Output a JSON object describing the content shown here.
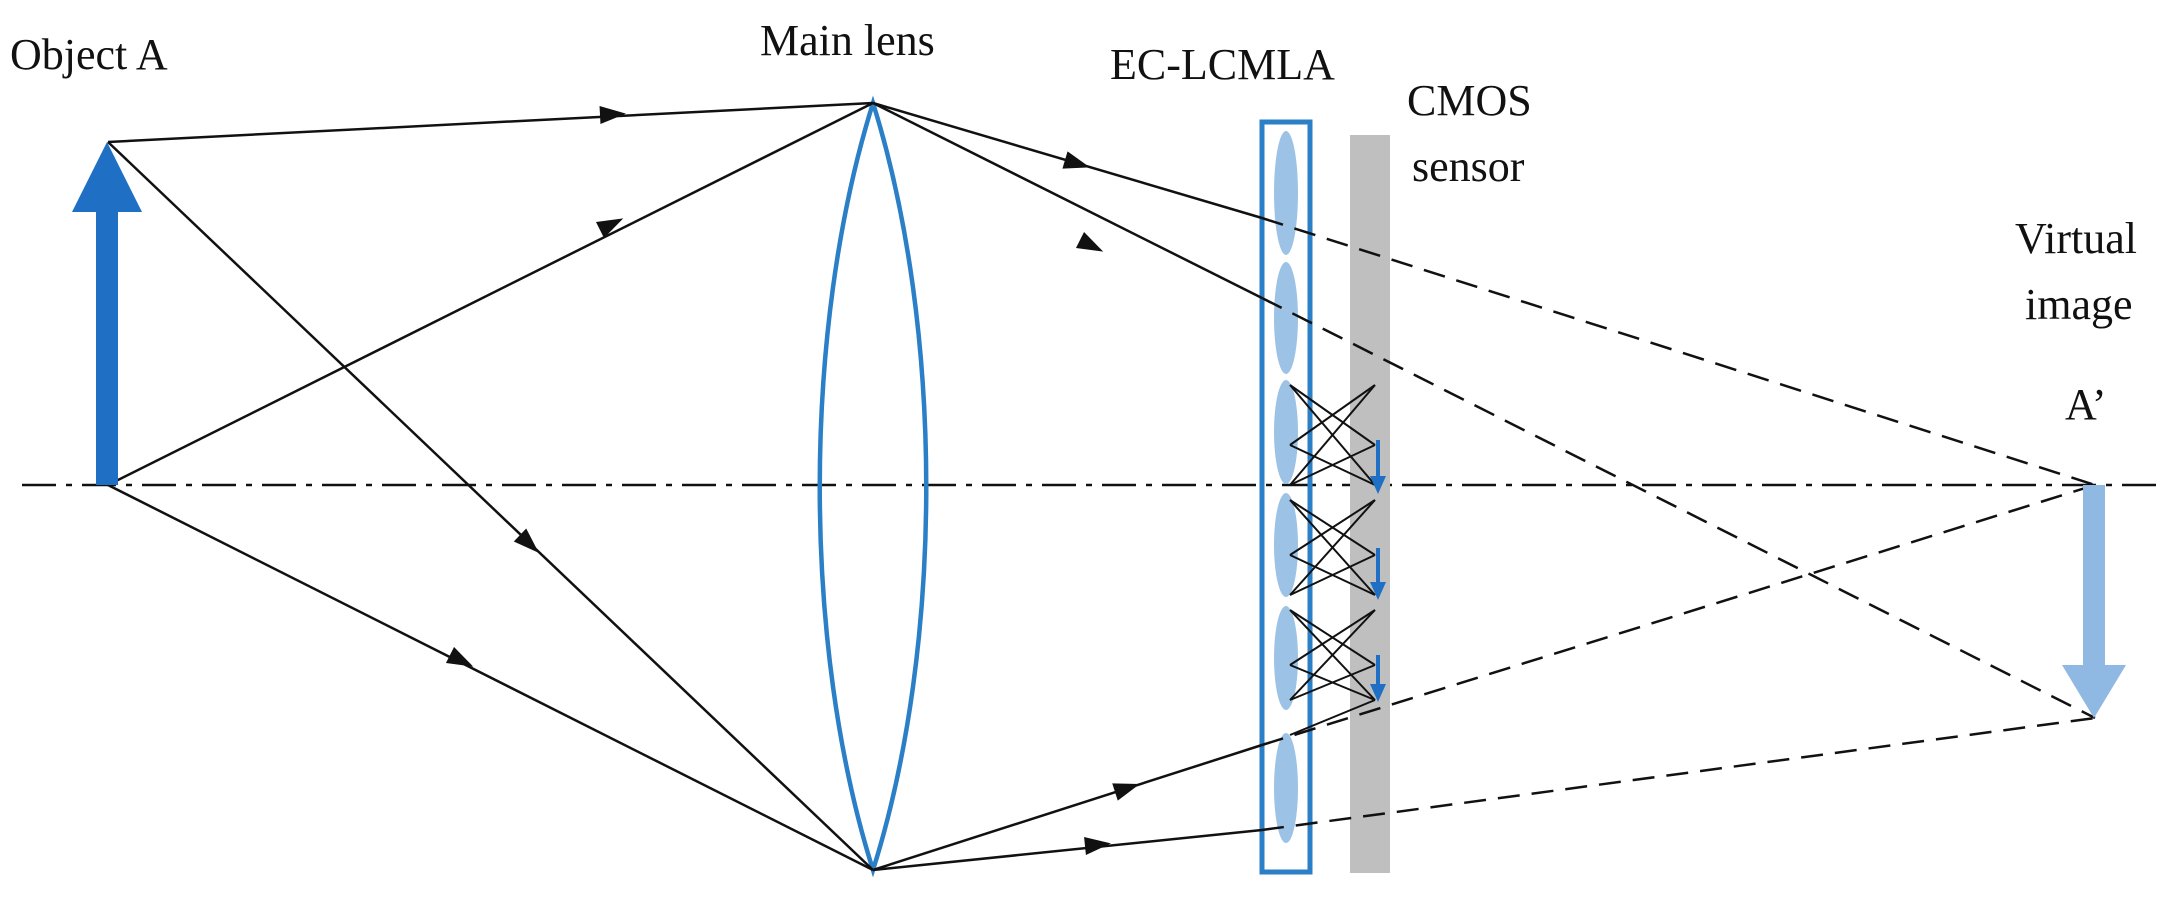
{
  "labels": {
    "object": "Object A",
    "main_lens": "Main lens",
    "mla": "EC-LCMLA",
    "sensor_line1": "CMOS",
    "sensor_line2": "sensor",
    "virtual_line1": "Virtual",
    "virtual_line2": "image",
    "image_point": "A’"
  },
  "colors": {
    "ray": "#111111",
    "object_arrow": "#1f6fc4",
    "lens_outline": "#2a7fc6",
    "microlens_fill": "#9cc3e6",
    "sensor_fill": "#bfbfbf",
    "virtual_arrow": "#8fb8e3",
    "background": "#ffffff"
  }
}
